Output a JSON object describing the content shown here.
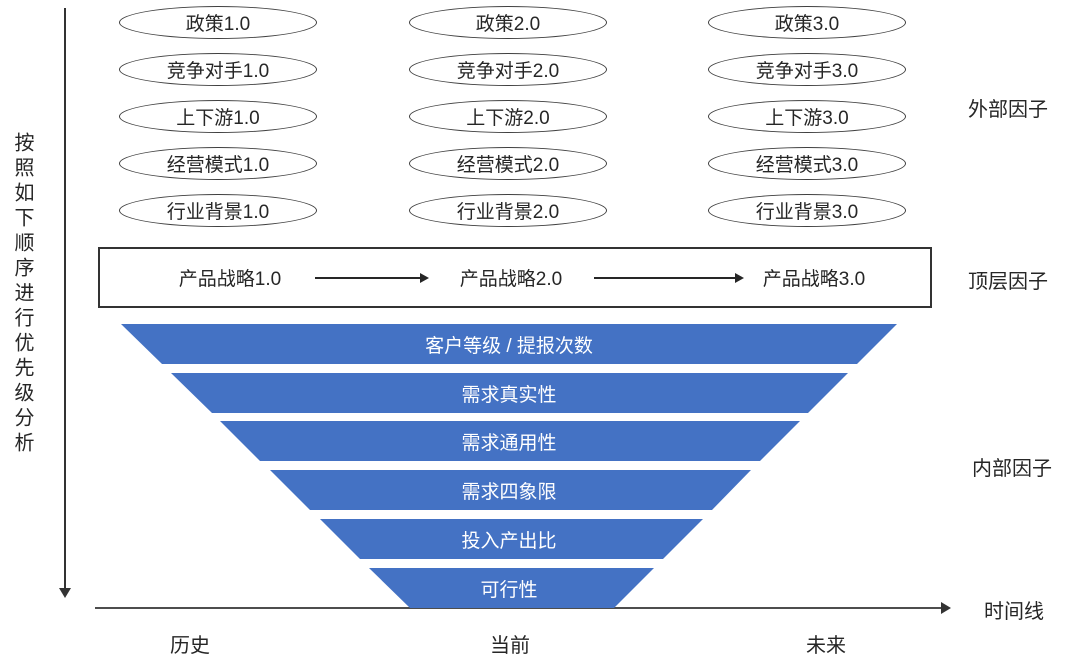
{
  "colors": {
    "funnel_blue": "#4472C4",
    "line_dark": "#333333",
    "text_dark": "#262626"
  },
  "left_axis": {
    "label": "按照如下顺序进行优先级分析"
  },
  "external_factors": {
    "side_label": "外部因子",
    "columns": [
      {
        "items": [
          "政策1.0",
          "竞争对手1.0",
          "上下游1.0",
          "经营模式1.0",
          "行业背景1.0"
        ]
      },
      {
        "items": [
          "政策2.0",
          "竞争对手2.0",
          "上下游2.0",
          "经营模式2.0",
          "行业背景2.0"
        ]
      },
      {
        "items": [
          "政策3.0",
          "竞争对手3.0",
          "上下游3.0",
          "经营模式3.0",
          "行业背景3.0"
        ]
      }
    ]
  },
  "top_factors": {
    "side_label": "顶层因子",
    "items": [
      "产品战略1.0",
      "产品战略2.0",
      "产品战略3.0"
    ]
  },
  "internal_factors": {
    "side_label": "内部因子",
    "levels": [
      "客户等级 / 提报次数",
      "需求真实性",
      "需求通用性",
      "需求四象限",
      "投入产出比",
      "可行性"
    ]
  },
  "timeline": {
    "side_label": "时间线",
    "ticks": [
      "历史",
      "当前",
      "未来"
    ]
  }
}
